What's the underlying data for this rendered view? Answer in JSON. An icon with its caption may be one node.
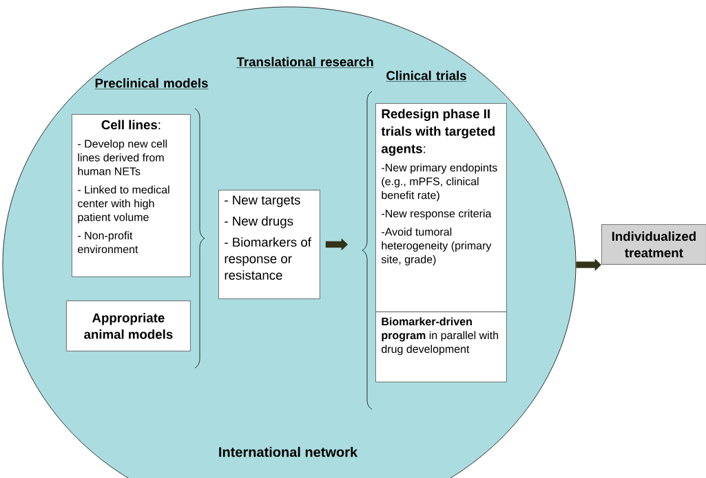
{
  "diagram": {
    "nodes": [
      {
        "text": [
          "International network"
        ]
      },
      {
        "text": [
          "**Cell lines**:",
          "- Develop new cell lines derived from human NETs",
          "- Linked to medical center with high patient volume",
          "- Non-profit environment"
        ],
        "in": 0
      },
      {
        "text": [
          "Appropriate animal models"
        ],
        "in": 0
      },
      {
        "text": [
          "- New targets",
          "- New drugs",
          "- Biomarkers of response or resistance"
        ],
        "in": 0
      },
      {
        "text": [
          "**Redesign phase II trials with targeted agents**:",
          "-New primary endopints (e.g., mPFS, clinical benefit rate)",
          "-New response criteria",
          "-Avoid tumoral heterogeneity (primary site, grade)"
        ],
        "in": 0
      },
      {
        "text": [
          "**Biomarker-driven program** in parallel with drug development"
        ],
        "in": 0
      },
      {
        "text": [
          "Individualized treatment"
        ]
      }
    ],
    "edges": [
      {
        "from": 3,
        "to": 4,
        "arrow": "to"
      },
      {
        "from": 0,
        "to": 6,
        "arrow": "to"
      }
    ],
    "labels": [
      "Translational research",
      "Preclinical models",
      "Clinical trials"
    ]
  }
}
